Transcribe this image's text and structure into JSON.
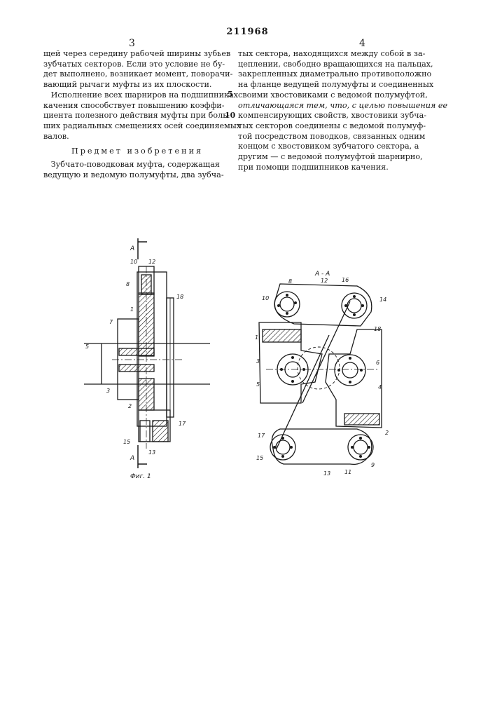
{
  "patent_number": "211968",
  "page_numbers": {
    "left": "3",
    "right": "4"
  },
  "left_column": [
    "щей через середину рабочей ширины зубьев",
    "зубчатых секторов. Если это условие не бу-",
    "дет выполнено, возникает момент, поворачи-",
    "вающий рычаги муфты из их плоскости.",
    "   Исполнение всех шарниров на подшипниках",
    "качения способствует повышению коэффи-",
    "циента полезного действия муфты при боль-",
    "ших радиальных смещениях осей соединяемых",
    "валов."
  ],
  "heading": "Предмет изобретения",
  "left_column_after": [
    "   Зубчато-поводковая муфта, содержащая",
    "ведущую и ведомую полумуфты, два зубча-"
  ],
  "right_column": [
    "тых сектора, находящихся между собой в за-",
    "цеплении, свободно вращающихся на пальцах,",
    "закрепленных диаметрально противоположно",
    "на фланце ведущей полумуфты и соединенных",
    "своими хвостовиками с ведомой полумуфтой,",
    "отличающаяся тем, что, с целью повышения ее",
    "компенсирующих свойств, хвостовики зубча-",
    "тых секторов соединены с ведомой полумуф-",
    "той посредством поводков, связанных одним",
    "концом с хвостовиком зубчатого сектора, а",
    "другим — с ведомой полумуфтой шарнирно,",
    "при помощи подшипников качения."
  ],
  "line_markers": [
    "5",
    "10"
  ],
  "figure": {
    "section_left_top": "А",
    "section_left_bottom": "А",
    "section_title": "А - А",
    "caption": "Фиг. 1",
    "labels_left": [
      "10",
      "12",
      "8",
      "1",
      "18",
      "7",
      "5",
      "3",
      "2",
      "17",
      "15",
      "13"
    ],
    "labels_right": [
      "12",
      "8",
      "16",
      "10",
      "14",
      "18",
      "1",
      "3",
      "6",
      "5",
      "4",
      "2",
      "17",
      "15",
      "9",
      "13",
      "11"
    ]
  }
}
